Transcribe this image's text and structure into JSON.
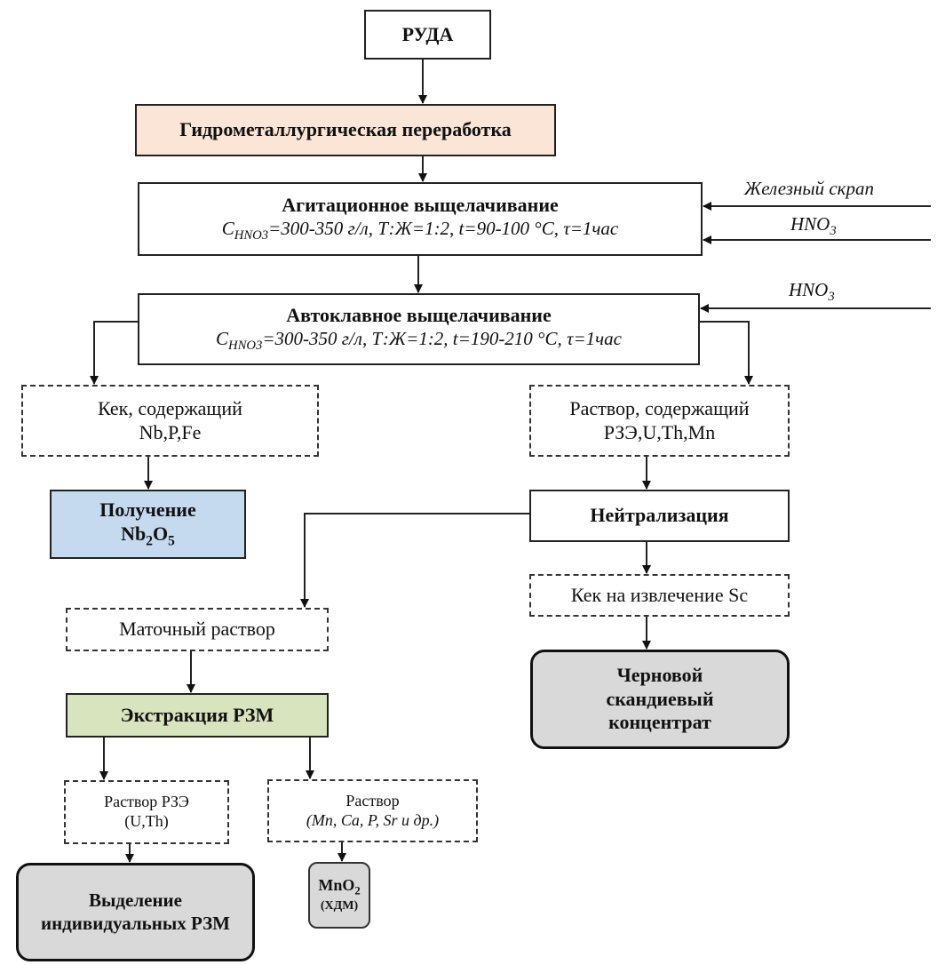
{
  "diagram": {
    "nodes": {
      "ore": {
        "label": "РУДА"
      },
      "hydro": {
        "label": "Гидрометаллургическая переработка",
        "fill": "#fbe5d6"
      },
      "agitation": {
        "title": "Агитационное выщелачивание",
        "c": "C",
        "c_sub": "HNO3",
        "params": "=300-350 г/л, Т:Ж=1:2, t=90-100 °C, τ=1час"
      },
      "autoclave": {
        "title": "Автоклавное выщелачивание",
        "c": "C",
        "c_sub": "HNO3",
        "params": "=300-350 г/л, Т:Ж=1:2, t=190-210 °C, τ=1час"
      },
      "cake_nb": {
        "line1": "Кек, содержащий",
        "line2": "Nb,P,Fe"
      },
      "solution_ree": {
        "line1": "Раствор, содержащий",
        "line2": "РЗЭ,U,Th,Mn"
      },
      "nb2o5": {
        "line1": "Получение",
        "line2_main": "Nb",
        "line2_sub1": "2",
        "line2_mid": "O",
        "line2_sub2": "5",
        "fill": "#c5d9ef"
      },
      "neutralization": {
        "label": "Нейтрализация"
      },
      "cake_sc": {
        "label": "Кек на извлечение Sc"
      },
      "sc_concentrate": {
        "line1": "Черновой",
        "line2": "скандиевый",
        "line3": "концентрат",
        "fill": "#d9d9d9"
      },
      "mother_liquor": {
        "label": "Маточный раствор"
      },
      "extraction": {
        "label": "Экстракция РЗМ",
        "fill": "#d7e4bd"
      },
      "ree_solution": {
        "line1": "Раствор РЗЭ",
        "line2": "(U,Th)"
      },
      "mn_solution": {
        "line1": "Раствор",
        "line2": "(Mn, Ca, P, Sr и др.)"
      },
      "individual_ree": {
        "line1": "Выделение",
        "line2": "индивидуальных РЗМ",
        "fill": "#d9d9d9"
      },
      "mno2": {
        "line1_main": "MnO",
        "line1_sub": "2",
        "line2": "(ХДМ)",
        "fill": "#d9d9d9"
      }
    },
    "inputs": {
      "iron_scrap": "Железный скрап",
      "hno3_1_main": "HNO",
      "hno3_1_sub": "3",
      "hno3_2_main": "HNO",
      "hno3_2_sub": "3"
    }
  }
}
